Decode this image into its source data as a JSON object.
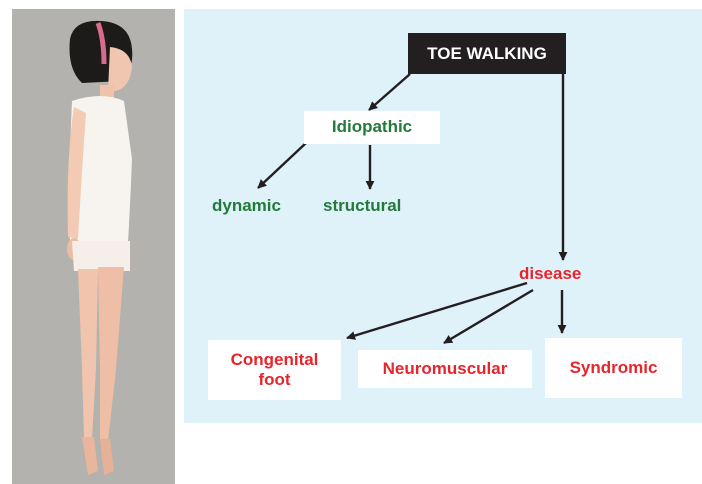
{
  "diagram": {
    "root": "TOE WALKING",
    "idiopathic": {
      "label": "Idiopathic",
      "children": [
        "dynamic",
        "structural"
      ]
    },
    "disease": {
      "label": "disease",
      "children": [
        "Congenital foot",
        "Neuromuscular",
        "Syndromic"
      ]
    }
  },
  "colors": {
    "panel": "#dff2fa",
    "idiopathic_text": "#237a3a",
    "disease_text": "#e6252c",
    "root_box": "#231f20",
    "photo_background": "#b3b2ae"
  }
}
